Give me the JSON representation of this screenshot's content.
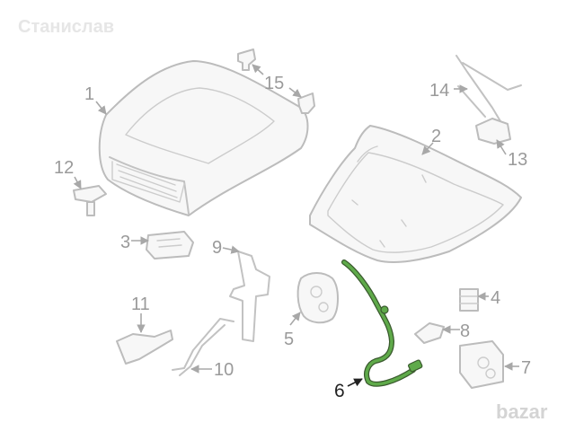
{
  "watermark": {
    "user": "Станислав"
  },
  "logo": {
    "text": "bazar"
  },
  "highlight_color": "#5faa4a",
  "callouts": {
    "c1": "1",
    "c2": "2",
    "c3": "3",
    "c4": "4",
    "c5": "5",
    "c6": "6",
    "c7": "7",
    "c8": "8",
    "c9": "9",
    "c10": "10",
    "c11": "11",
    "c12": "12",
    "c13": "13",
    "c14": "14",
    "c15": "15"
  }
}
